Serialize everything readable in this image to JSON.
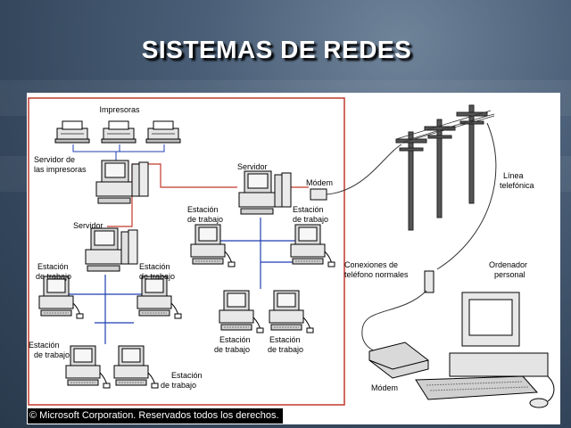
{
  "slide": {
    "title": "SISTEMAS DE REDES",
    "copyright": "© Microsoft Corporation. Reservados todos los derechos."
  },
  "colors": {
    "background": "#3b4f66",
    "title": "#ffffff",
    "network_border": "#c0392b",
    "lan_cable": "#1f3fb0",
    "phone_line": "#333333"
  },
  "diagram": {
    "impresoras": "Impresoras",
    "servidor_impresoras": [
      "Servidor de",
      "las impresoras"
    ],
    "servidor": "Servidor",
    "servidor_right": "Servidor",
    "modem_top": "Módem",
    "linea_telefonica": [
      "Línea",
      "telefónica"
    ],
    "estacion": [
      "Estación",
      "de trabajo"
    ],
    "conexiones": [
      "Conexiones de",
      "teléfono normales"
    ],
    "ordenador": [
      "Ordenador",
      "personal"
    ],
    "modem_bottom": "Módem"
  }
}
